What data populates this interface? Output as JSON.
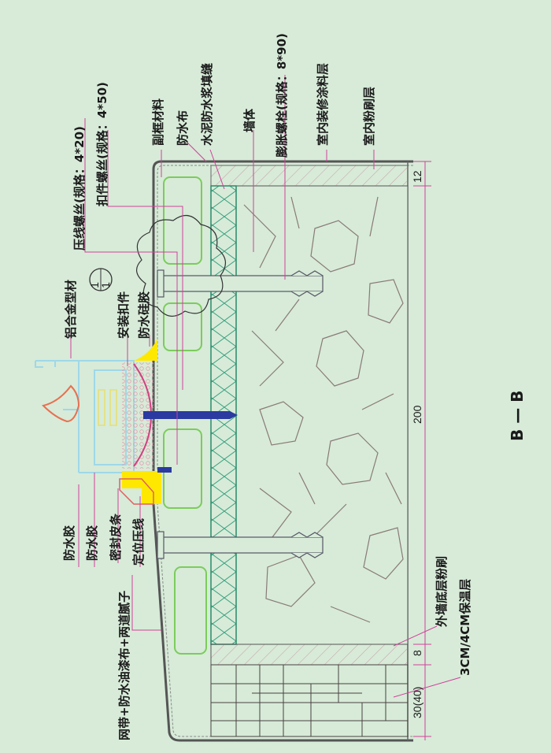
{
  "title": "B — B",
  "labels": {
    "press_screw": "压线螺丝(规格：4*20)",
    "clip_screw": "扣件螺丝(规格：4*50)",
    "subframe": "副框材料",
    "waterproof_cloth": "防水布",
    "cement_grout": "水泥防水浆填缝",
    "wall": "墙体",
    "expansion_bolt": "膨胀螺栓(规格：8*90)",
    "interior_coating": "室内装修涂料层",
    "interior_plaster": "室内粉刷层",
    "aluminum_profile": "铝合金型材",
    "install_clip": "安装扣件",
    "silicone": "防水硅胶",
    "sealant_1": "防水胶",
    "sealant_2": "防水胶",
    "seal_strip": "密封皮条",
    "locating_bead": "定位压线",
    "mesh_tape": "网带+防水油漆布+两道腻子",
    "exterior_base_plaster": "外墙底层粉刷",
    "insulation": "3CM/4CM保温层"
  },
  "detail_ref": {
    "top": "1",
    "bottom": "1"
  },
  "dimensions": {
    "d1": "12",
    "d2": "200",
    "d3": "8",
    "d4": "30(40)"
  },
  "colors": {
    "background": "#d7ebd8",
    "leader": "#d0409a",
    "sealant": "#ffe800",
    "screw": "#2a3aa0",
    "subframe": "#7ccc5c",
    "profile": "#9fd8e8"
  }
}
